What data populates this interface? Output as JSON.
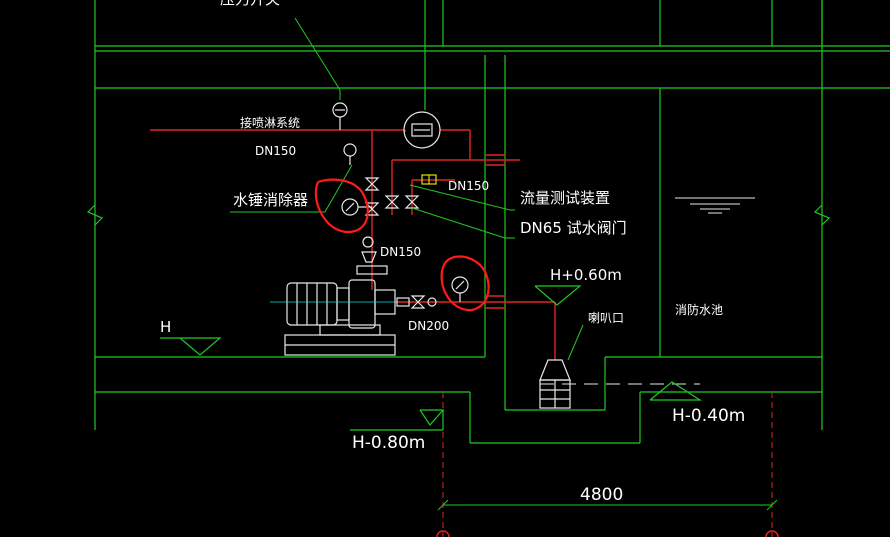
{
  "colors": {
    "background": "#000000",
    "wall": "#22c922",
    "pipe": "#e02424",
    "water": "#00e0e0",
    "equipment": "#e8e8e8",
    "leader": "#22c922",
    "yellow": "#e0e000",
    "markup": "#ff1a1a",
    "text": "#ffffff"
  },
  "labels": {
    "top_cut": "压力开关",
    "sprinkler_system": "接喷淋系统",
    "dn150_top": "DN150",
    "water_hammer": "水锤消除器",
    "dn150_right": "DN150",
    "flow_test": "流量测试装置",
    "test_valve": "DN65 试水阀门",
    "dn150_mid": "DN150",
    "level_high": "H+0.60m",
    "bell_mouth": "喇叭口",
    "fire_pool": "消防水池",
    "dn200": "DN200",
    "floor_h": "H",
    "level_low1": "H-0.80m",
    "level_low2": "H-0.40m",
    "dimension": "4800"
  },
  "icons": {
    "pressure_switch": "pressure-switch-icon",
    "pressure_gauge": "pressure-gauge-icon",
    "flow_meter": "flow-meter-icon",
    "gate_valve": "gate-valve-icon",
    "pump": "pump-motor-icon"
  }
}
